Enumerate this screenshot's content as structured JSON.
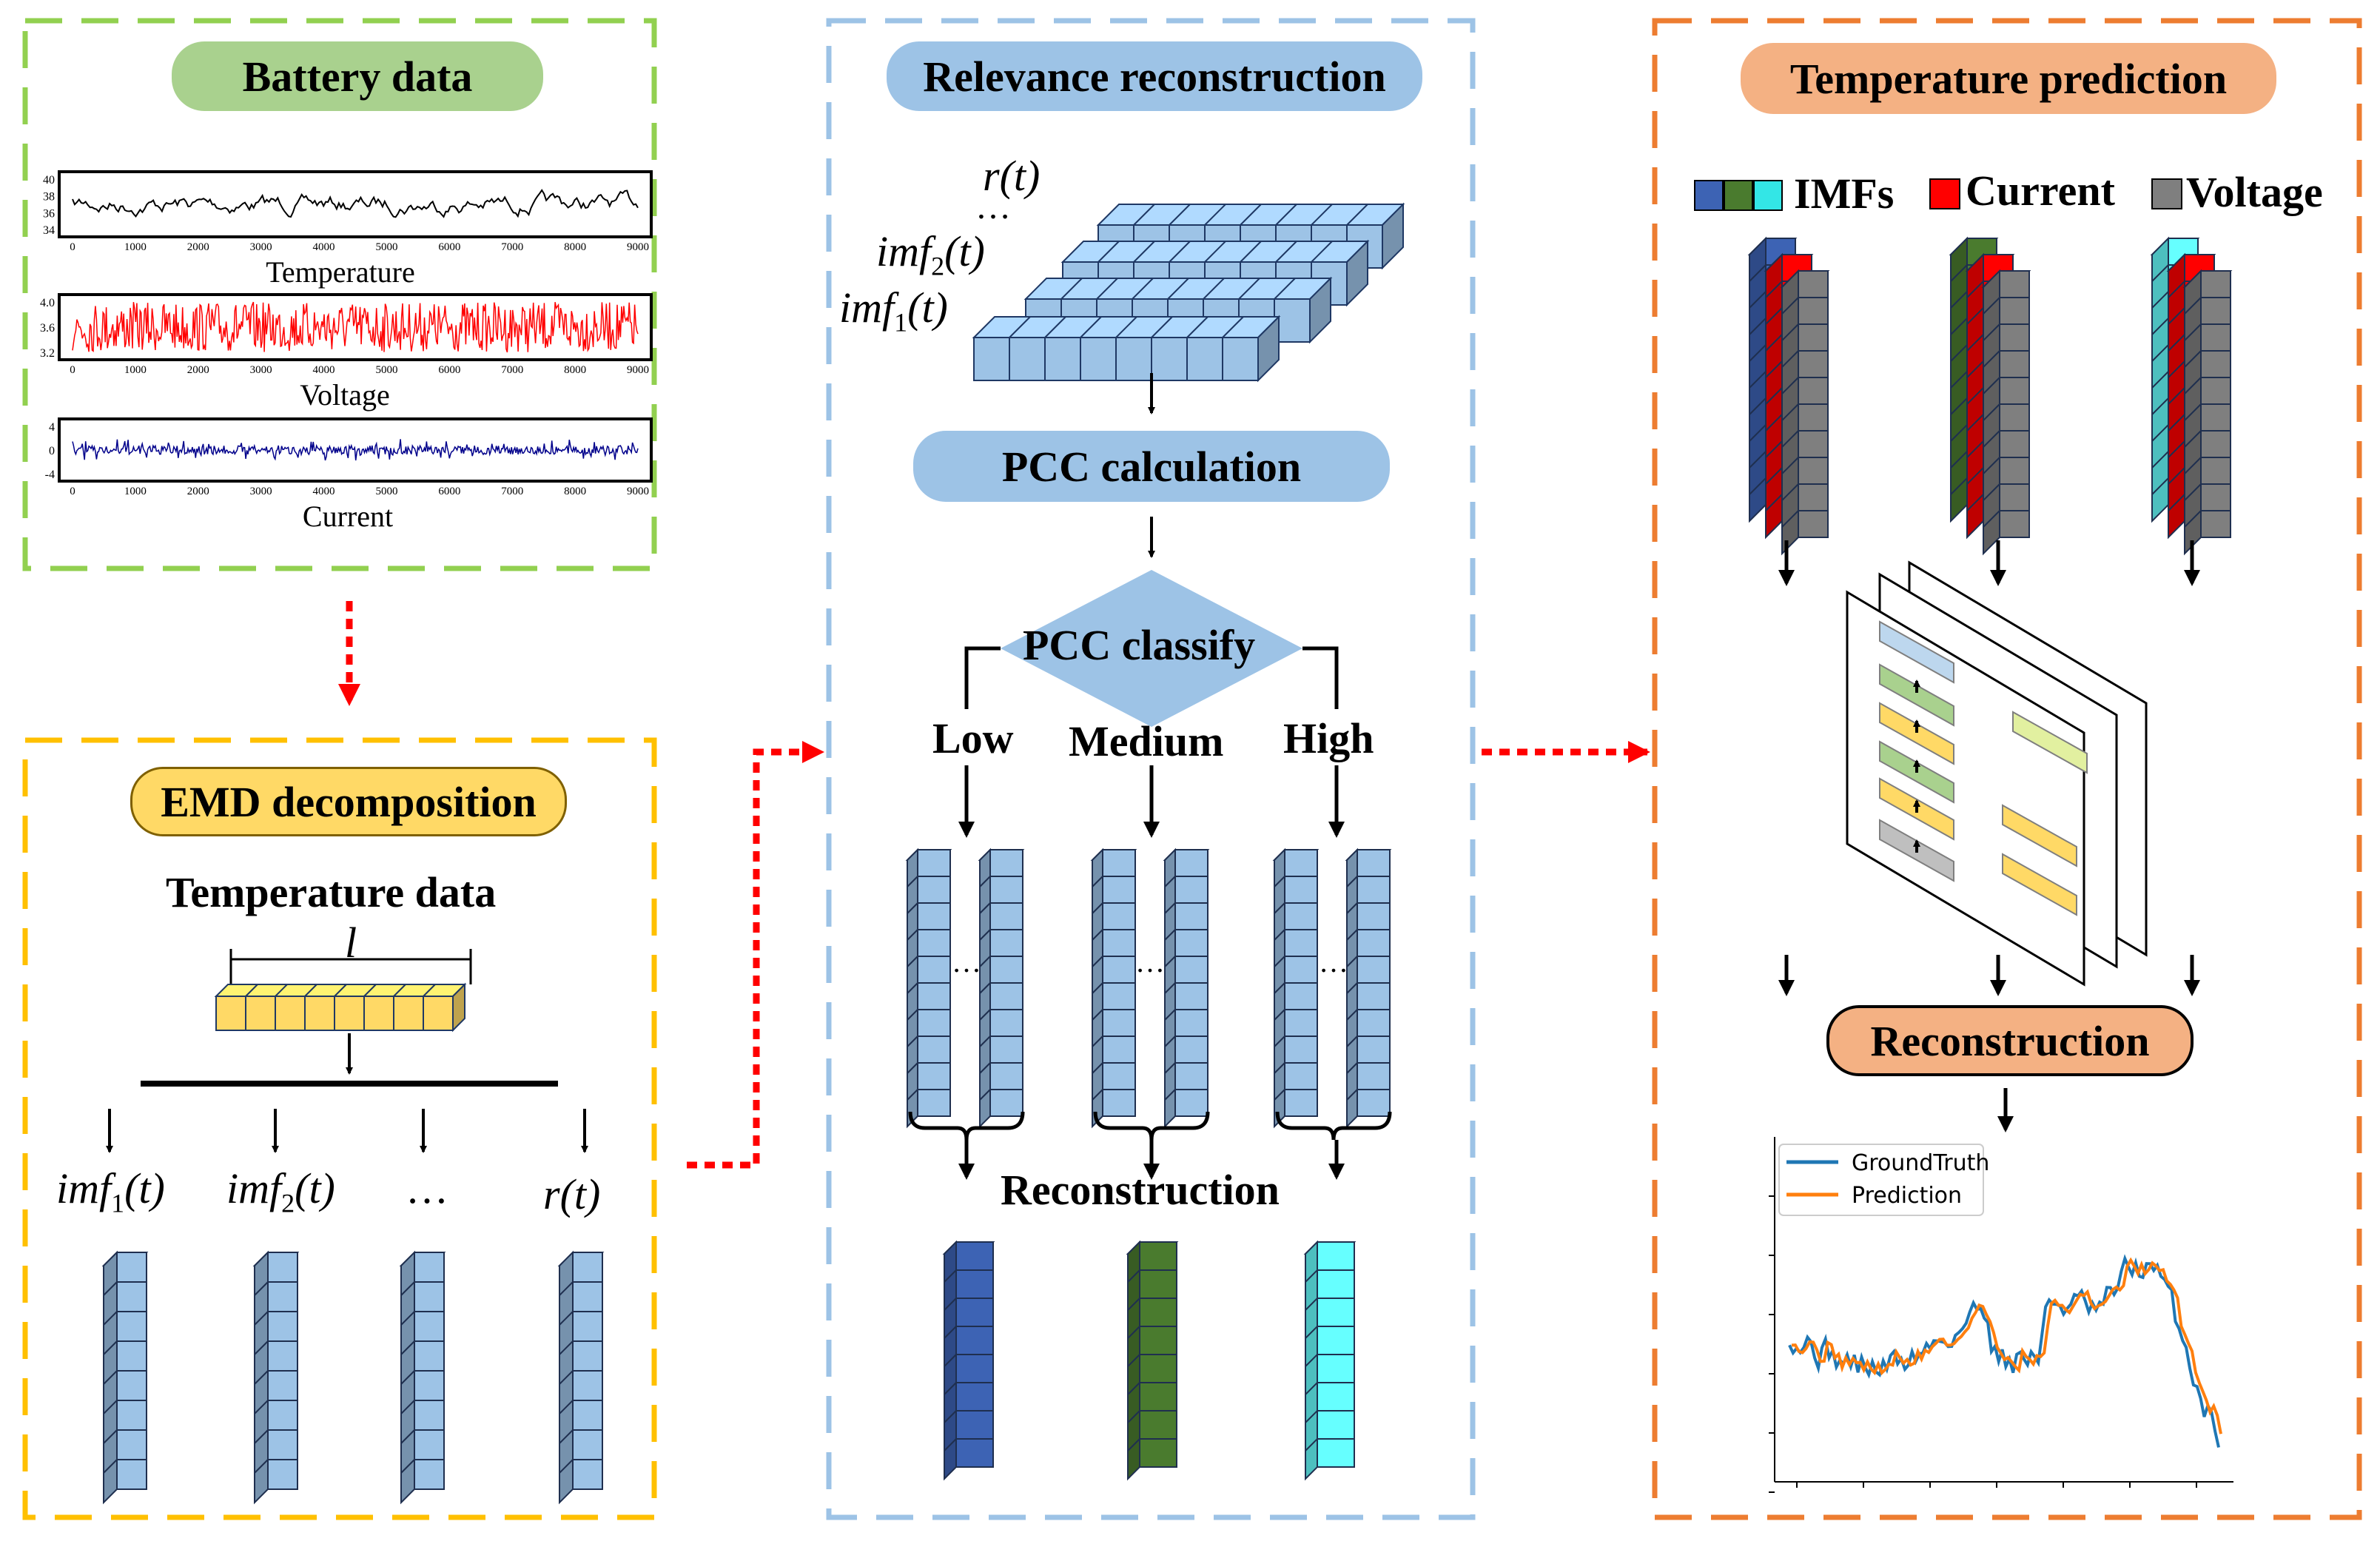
{
  "sections": {
    "battery": {
      "title": "Battery data",
      "charts": [
        {
          "label": "Temperature",
          "color": "#000000",
          "yticks": [
            "40",
            "38",
            "36",
            "34"
          ]
        },
        {
          "label": "Voltage",
          "color": "#ff0000",
          "yticks": [
            "4.0",
            "3.6",
            "3.2"
          ]
        },
        {
          "label": "Current",
          "color": "#00008b",
          "yticks": [
            "4",
            "0",
            "-4"
          ]
        }
      ],
      "xticks": [
        "0",
        "1000",
        "2000",
        "3000",
        "4000",
        "5000",
        "6000",
        "7000",
        "8000",
        "9000"
      ]
    },
    "emd": {
      "title": "EMD decomposition",
      "subtitle": "Temperature data",
      "length_label": "l",
      "components": [
        {
          "base": "imf",
          "sub": "1",
          "arg": "(t)"
        },
        {
          "base": "imf",
          "sub": "2",
          "arg": "(t)"
        },
        {
          "base": "…",
          "sub": "",
          "arg": ""
        },
        {
          "base": "r",
          "sub": "",
          "arg": "(t)"
        }
      ]
    },
    "relevance": {
      "title": "Relevance reconstruction",
      "stack_labels": [
        {
          "base": "r",
          "sub": "",
          "arg": "(t)"
        },
        {
          "base": "…",
          "sub": "",
          "arg": ""
        },
        {
          "base": "imf",
          "sub": "2",
          "arg": "(t)"
        },
        {
          "base": "imf",
          "sub": "1",
          "arg": "(t)"
        }
      ],
      "pcc_calc": "PCC calculation",
      "pcc_classify": "PCC classify",
      "classes": [
        "Low",
        "Medium",
        "High"
      ],
      "reconstruction": "Reconstruction",
      "ellipsis": "…"
    },
    "prediction": {
      "title": "Temperature prediction",
      "legend": [
        {
          "label": "IMFs",
          "colors": [
            "#3d63b4",
            "#4a7b2e",
            "#33e6e6"
          ]
        },
        {
          "label": "Current",
          "colors": [
            "#ff0000"
          ]
        },
        {
          "label": "Voltage",
          "colors": [
            "#7f7f7f"
          ]
        }
      ],
      "reconstruction": "Reconstruction",
      "plot_legend": [
        "GroundTruth",
        "Prediction"
      ]
    }
  },
  "colors": {
    "green": "#92d050",
    "yellow": "#ffc000",
    "blue": "#9dc3e6",
    "orange": "#ed7d31",
    "pill_green": "#a9d18e",
    "pill_yellow": "#ffd966",
    "pill_blue": "#9dc3e6",
    "pill_orange": "#f4b183",
    "cell_blue": "#9dc3e6",
    "cell_yellow": "#ffd966",
    "imf1": "#3d63b4",
    "imf2": "#4a7b2e",
    "imf3": "#66ffff",
    "red_arrow": "#ff0000",
    "gt_line": "#1f77b4",
    "pred_line": "#ff7f0e"
  }
}
